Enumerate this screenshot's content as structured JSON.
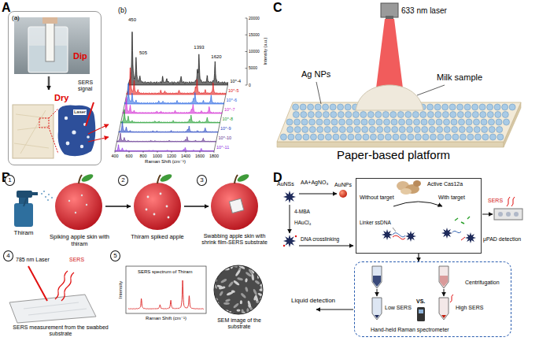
{
  "diagram": {
    "nodes": [
      {
        "text": [
          "(a)",
          "Dip",
          "SERS signal",
          "Dry",
          "Laser"
        ]
      },
      {
        "text": [
          "1"
        ]
      },
      {
        "text": [
          "2"
        ]
      },
      {
        "text": [
          "3"
        ]
      },
      {
        "text": [
          "4"
        ]
      },
      {
        "text": [
          "5"
        ]
      },
      {
        "text": [
          "Active Cas12a",
          "Without target",
          "With target",
          "Linker ssDNA"
        ]
      },
      {
        "text": [
          "Centrifugation",
          "VS.",
          "Low SERS",
          "High SERS",
          "Hand-held Raman spectrometer"
        ]
      }
    ],
    "edges": [
      {
        "from": 6,
        "to": 7,
        "arrow": "to"
      }
    ],
    "labels": [
      "A",
      "(b)",
      "450",
      "505",
      "1393",
      "1620",
      "20000",
      "15000",
      "10000",
      "5000",
      "0",
      "Intensity (a.u.)",
      "10^-4",
      "10^-5",
      "10^-6",
      "10^-7",
      "10^-8",
      "10^-9",
      "10^-10",
      "10^-11",
      "400",
      "600",
      "800",
      "1000",
      "1200",
      "1400",
      "1600",
      "1800",
      "Raman Shift (cm⁻¹)",
      "C",
      "633 nm laser",
      "Ag NPs",
      "Milk sample",
      "Paper-based platform",
      "B",
      "Thiram",
      "Spiking apple skin with thiram",
      "Thiram spiked apple",
      "Swabbing apple skin with shrink film-SERS substrate",
      "785 nm Laser",
      "SERS",
      "SERS measurement from the swabbed substrate",
      "SERS spectrum of Thiram",
      "Intensity",
      "Raman Shift (cm⁻¹)",
      "SEM image of the substrate",
      "D",
      "AuNSs",
      "AA+AgNO₃",
      "AuNPs",
      "4-MBA",
      "HAuCl₄",
      "DNA crosslinking",
      "SERS",
      "μPAD detection",
      "Liquid detection"
    ]
  }
}
